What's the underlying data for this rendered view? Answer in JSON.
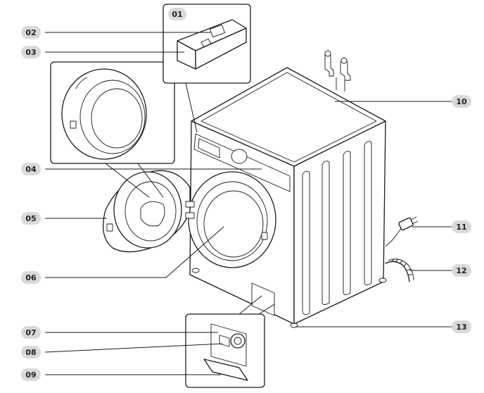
{
  "callouts": [
    {
      "id": "01",
      "label": "01"
    },
    {
      "id": "02",
      "label": "02"
    },
    {
      "id": "03",
      "label": "03"
    },
    {
      "id": "04",
      "label": "04"
    },
    {
      "id": "05",
      "label": "05"
    },
    {
      "id": "06",
      "label": "06"
    },
    {
      "id": "07",
      "label": "07"
    },
    {
      "id": "08",
      "label": "08"
    },
    {
      "id": "09",
      "label": "09"
    },
    {
      "id": "10",
      "label": "10"
    },
    {
      "id": "11",
      "label": "11"
    },
    {
      "id": "12",
      "label": "12"
    },
    {
      "id": "13",
      "label": "13"
    }
  ],
  "colors": {
    "badge_fill": "#d9d9d9",
    "line": "#1a1a1a",
    "background": "#ffffff"
  }
}
